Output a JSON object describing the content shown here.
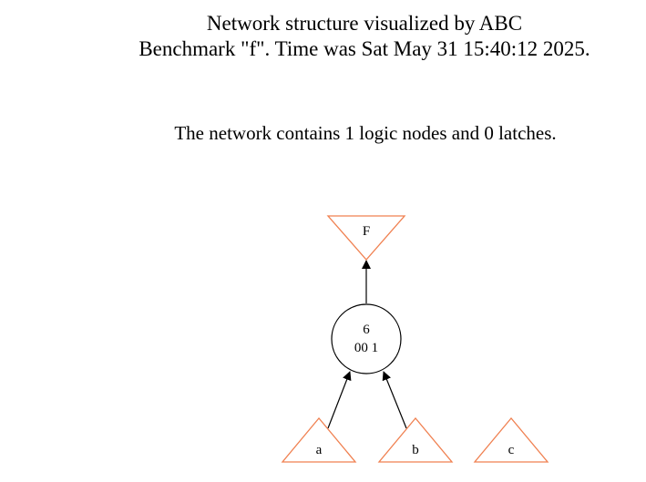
{
  "header": {
    "title_line1": "Network structure visualized by ABC",
    "title_line2": "Benchmark \"f\". Time was Sat May 31 15:40:12 2025."
  },
  "summary": "The network contains 1 logic nodes and 0 latches.",
  "graph": {
    "colors": {
      "io": "#f08050",
      "logic": "#000000",
      "edge": "#000000"
    },
    "nodes": {
      "output_F": {
        "label": "F",
        "shape": "inverted-triangle"
      },
      "logic_6": {
        "label_line1": "6",
        "label_line2": "00 1",
        "shape": "circle"
      },
      "input_a": {
        "label": "a",
        "shape": "triangle"
      },
      "input_b": {
        "label": "b",
        "shape": "triangle"
      },
      "input_c": {
        "label": "c",
        "shape": "triangle"
      }
    },
    "edges": [
      {
        "from": "logic_6",
        "to": "output_F"
      },
      {
        "from": "input_a",
        "to": "logic_6"
      },
      {
        "from": "input_b",
        "to": "logic_6"
      }
    ]
  }
}
